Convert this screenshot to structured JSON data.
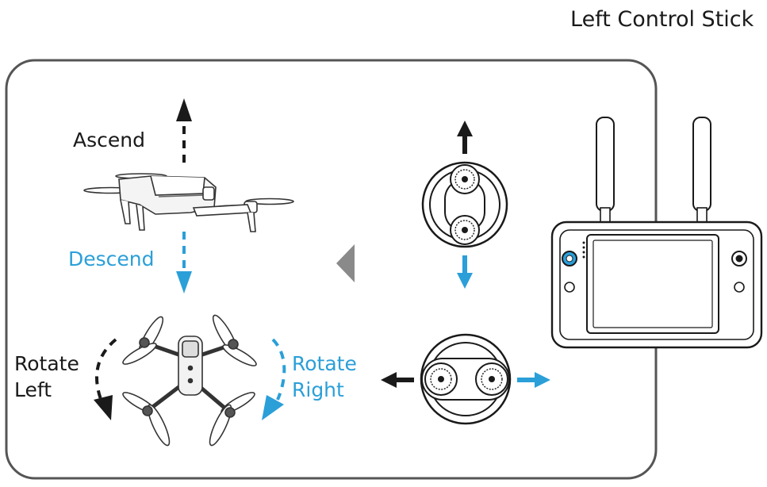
{
  "title": "Left Control Stick",
  "labels": {
    "ascend": "Ascend",
    "descend": "Descend",
    "rotate_left": [
      "Rotate",
      "Left"
    ],
    "rotate_right": [
      "Rotate",
      "Right"
    ]
  },
  "colors": {
    "dark": "#1a1a1a",
    "accent_blue": "#2b9fd8",
    "panel_border": "#555555",
    "gray_arrow": "#8a8a8a"
  },
  "icons": [
    "drone-side-view",
    "drone-top-view",
    "control-stick-vertical",
    "control-stick-horizontal",
    "remote-controller",
    "direction-arrow"
  ]
}
